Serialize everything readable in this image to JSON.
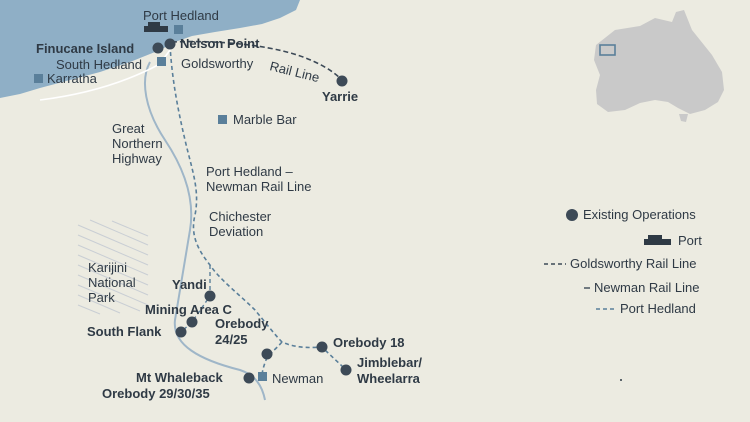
{
  "places": {
    "port_hedland": "Port Hedland",
    "finucane_island": "Finucane Island",
    "nelson_point": "Nelson Point",
    "south_hedland": "South Hedland",
    "goldsworthy": "Goldsworthy",
    "rail_line": "Rail Line",
    "karratha": "Karratha",
    "yarrie": "Yarrie",
    "marble_bar": "Marble Bar",
    "great_northern_highway": [
      "Great",
      "Northern",
      "Highway"
    ],
    "port_hedland_newman_rail_line": [
      "Port Hedland –",
      "Newman Rail Line"
    ],
    "chichester_deviation": [
      "Chichester",
      "Deviation"
    ],
    "karijini_national_park": [
      "Karijini",
      "National",
      "Park"
    ],
    "yandi": "Yandi",
    "mining_area_c": "Mining Area C",
    "south_flank": "South Flank",
    "orebody_24_25": [
      "Orebody",
      "24/25"
    ],
    "orebody_18": "Orebody 18",
    "jimblebar_wheelarra": [
      "Jimblebar/",
      "Wheelarra"
    ],
    "newman": "Newman",
    "mt_whaleback": "Mt Whaleback",
    "orebody_29_30_35": "Orebody 29/30/35"
  },
  "legend": {
    "existing_operations": "Existing Operations",
    "port": "Port",
    "goldsworthy_rail_line": "Goldsworthy Rail Line",
    "newman_rail_line": "Newman Rail Line",
    "port_hedland": "Port Hedland"
  },
  "colors": {
    "land": "#ecebe1",
    "sea": "#8fafc6",
    "operation": "#3d4a57",
    "port_blue": "#5a7f9a",
    "text": "#2f3a45",
    "inset_land": "#c9c9c9"
  }
}
